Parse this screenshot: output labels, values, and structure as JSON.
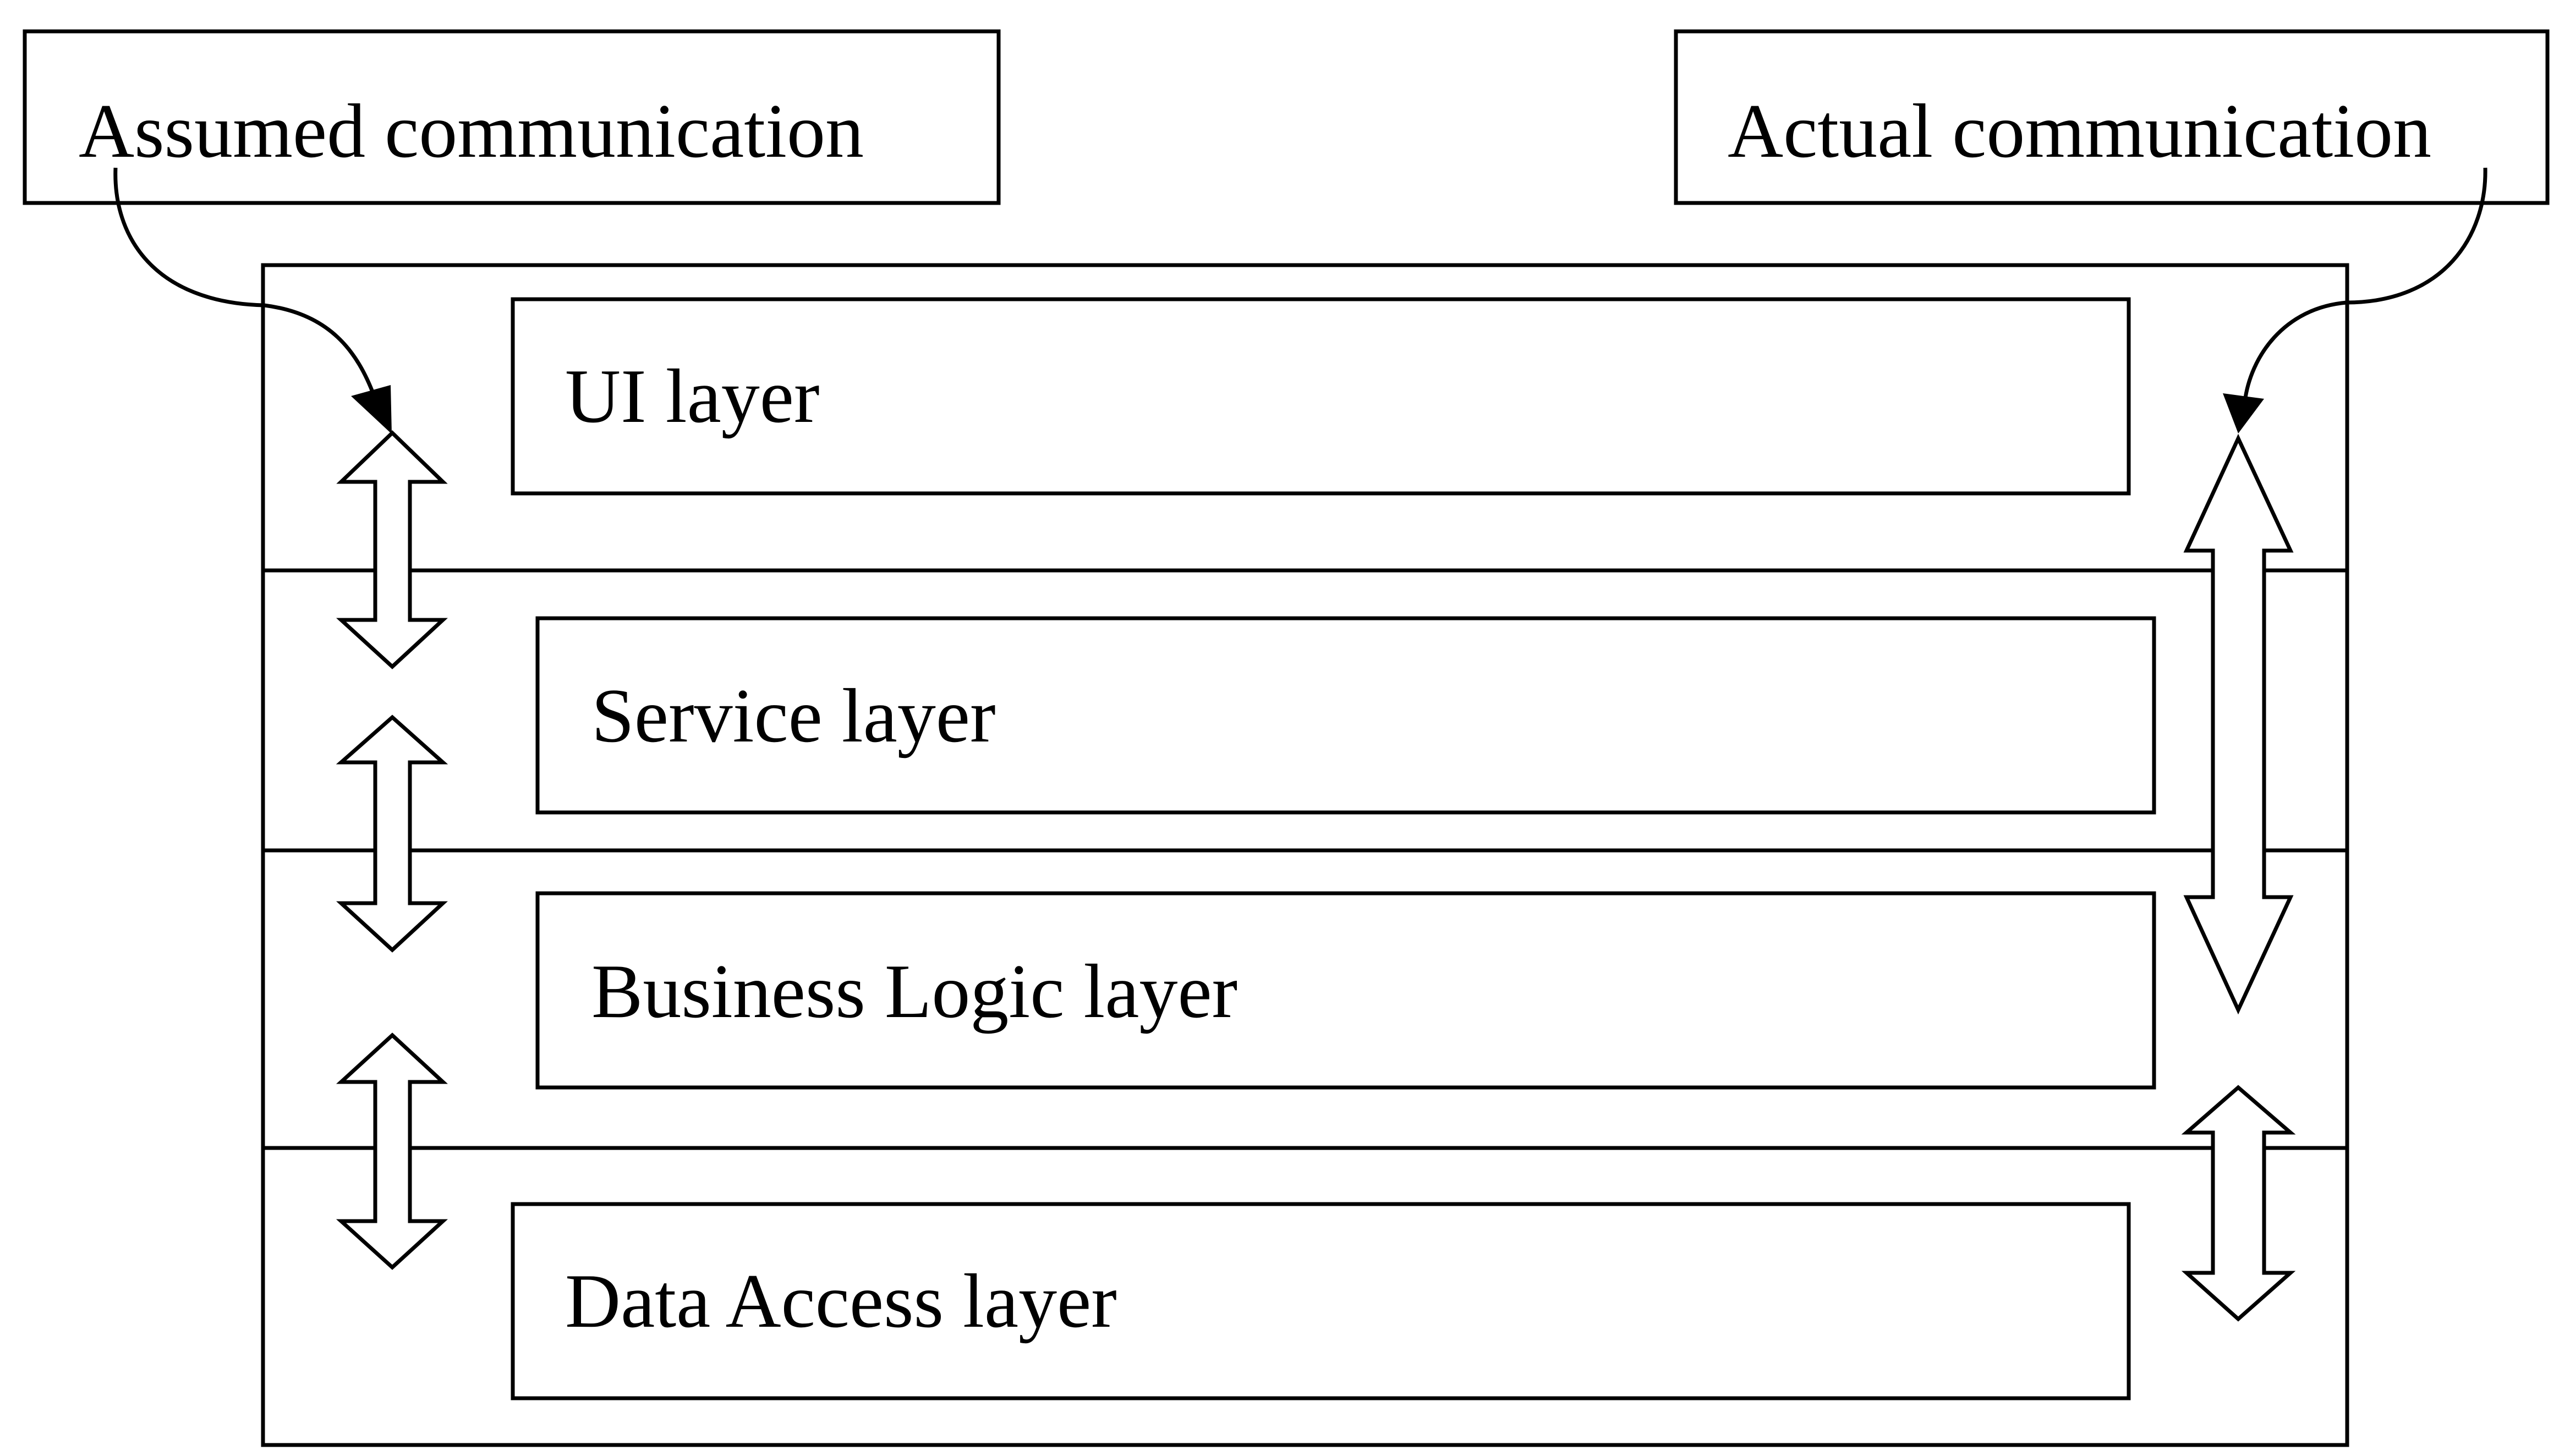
{
  "callouts": {
    "assumed": "Assumed communication",
    "actual": "Actual communication"
  },
  "layers": {
    "ui": "UI layer",
    "service": "Service layer",
    "business_logic": "Business Logic layer",
    "data_access": "Data Access layer"
  }
}
